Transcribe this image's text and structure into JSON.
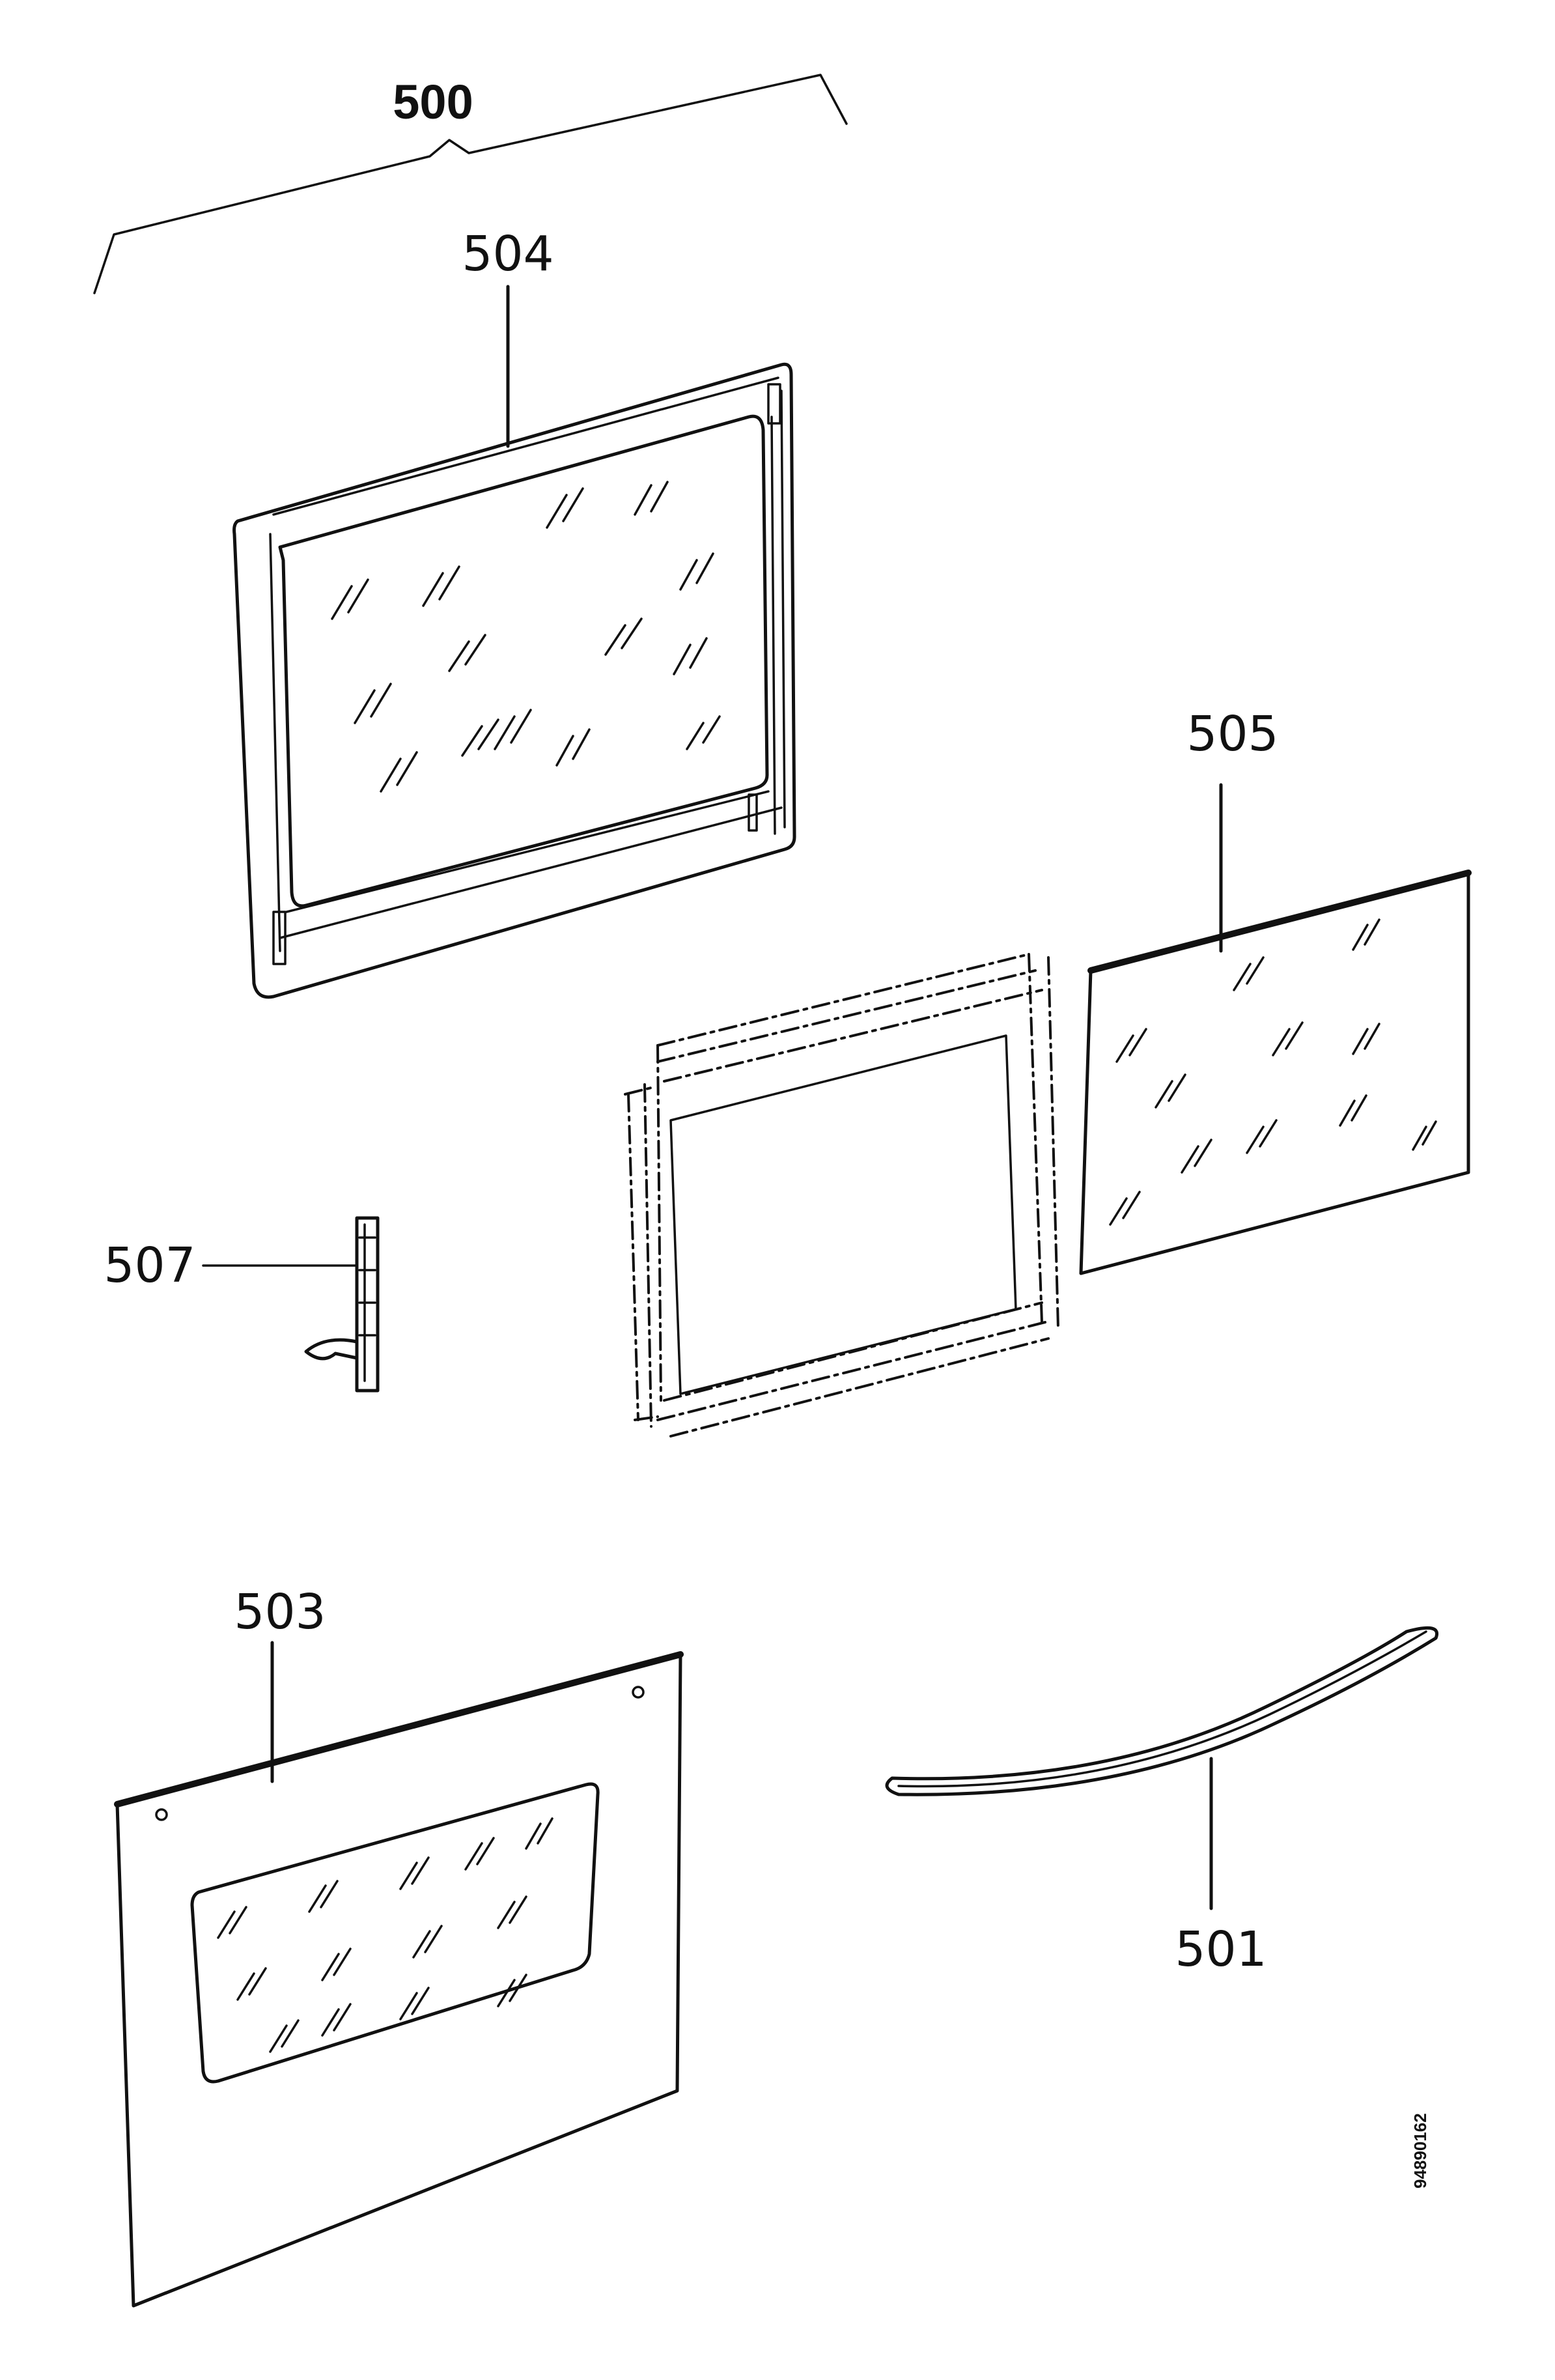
{
  "labels": {
    "assembly": "500",
    "door_frame_inner": "504",
    "glass_panel": "505",
    "hinge": "507",
    "outer_door_panel": "503",
    "handle": "501"
  },
  "drawing_code": "94890162",
  "colors": {
    "ink": "#111111",
    "paper": "#ffffff"
  }
}
